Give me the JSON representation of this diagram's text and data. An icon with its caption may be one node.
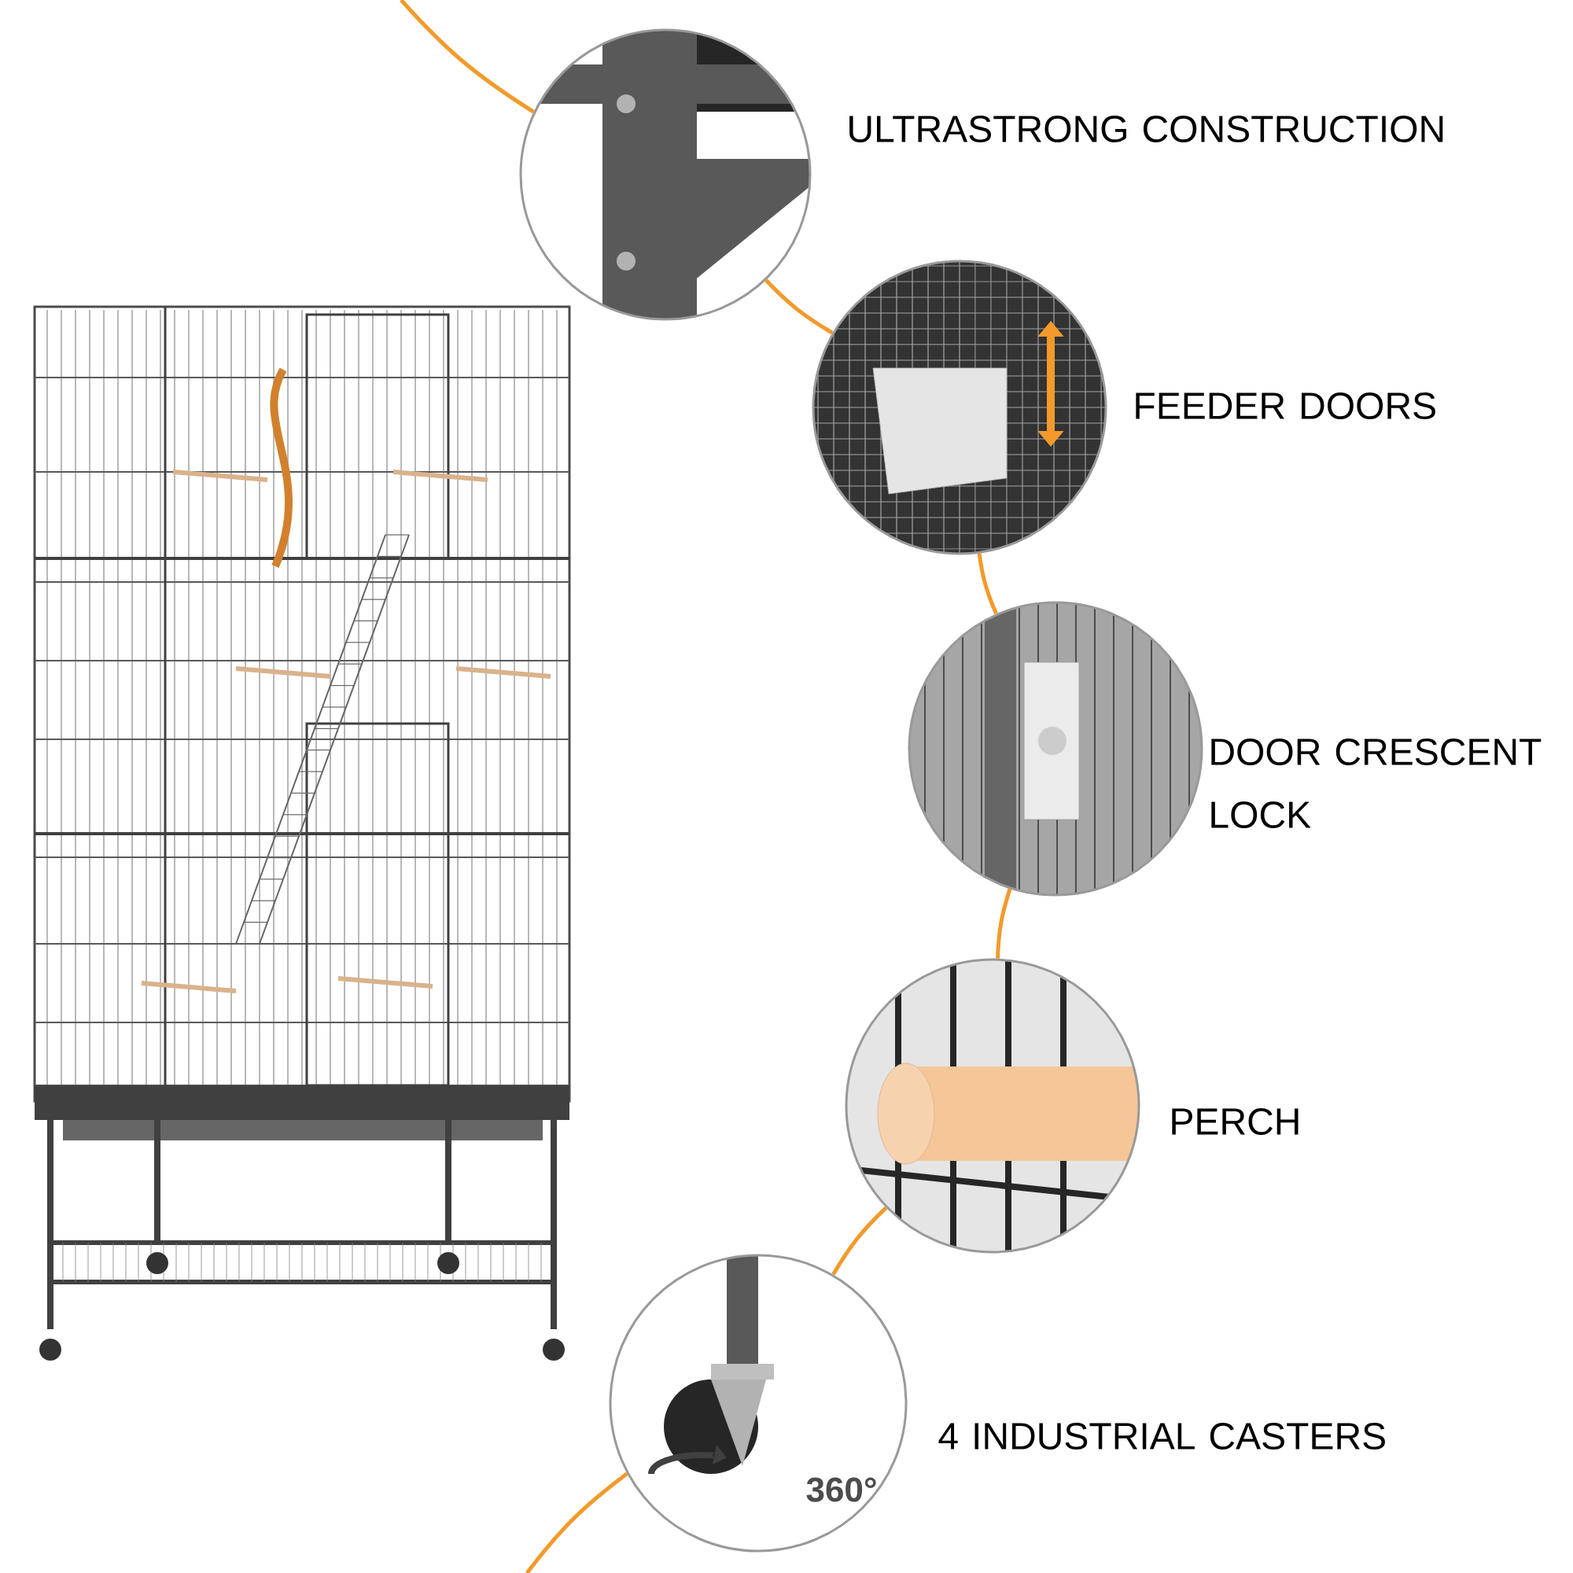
{
  "diagram": {
    "nodes": [
      {
        "text": [],
        "shape": "picture",
        "beside": [
          "ULTRASTRONG CONSTRUCTION"
        ]
      },
      {
        "text": [],
        "shape": "picture",
        "beside": [
          "FEEDER DOORS"
        ]
      },
      {
        "text": [],
        "shape": "picture",
        "beside": [
          "DOOR CRESCENT LOCK"
        ]
      },
      {
        "text": [],
        "shape": "picture",
        "beside": [
          "PERCH"
        ]
      },
      {
        "text": [
          "360°"
        ],
        "beside": [
          "4 INDUSTRIAL CASTERS"
        ]
      }
    ],
    "edges": [
      {
        "from": null,
        "to": 0,
        "arrow": "none"
      },
      {
        "from": 0,
        "to": 1,
        "arrow": "none"
      },
      {
        "from": 1,
        "to": 2,
        "arrow": "none"
      },
      {
        "from": 2,
        "to": 3,
        "arrow": "none"
      },
      {
        "from": 3,
        "to": 4,
        "arrow": "none"
      },
      {
        "from": 4,
        "to": null,
        "arrow": "none"
      }
    ]
  }
}
